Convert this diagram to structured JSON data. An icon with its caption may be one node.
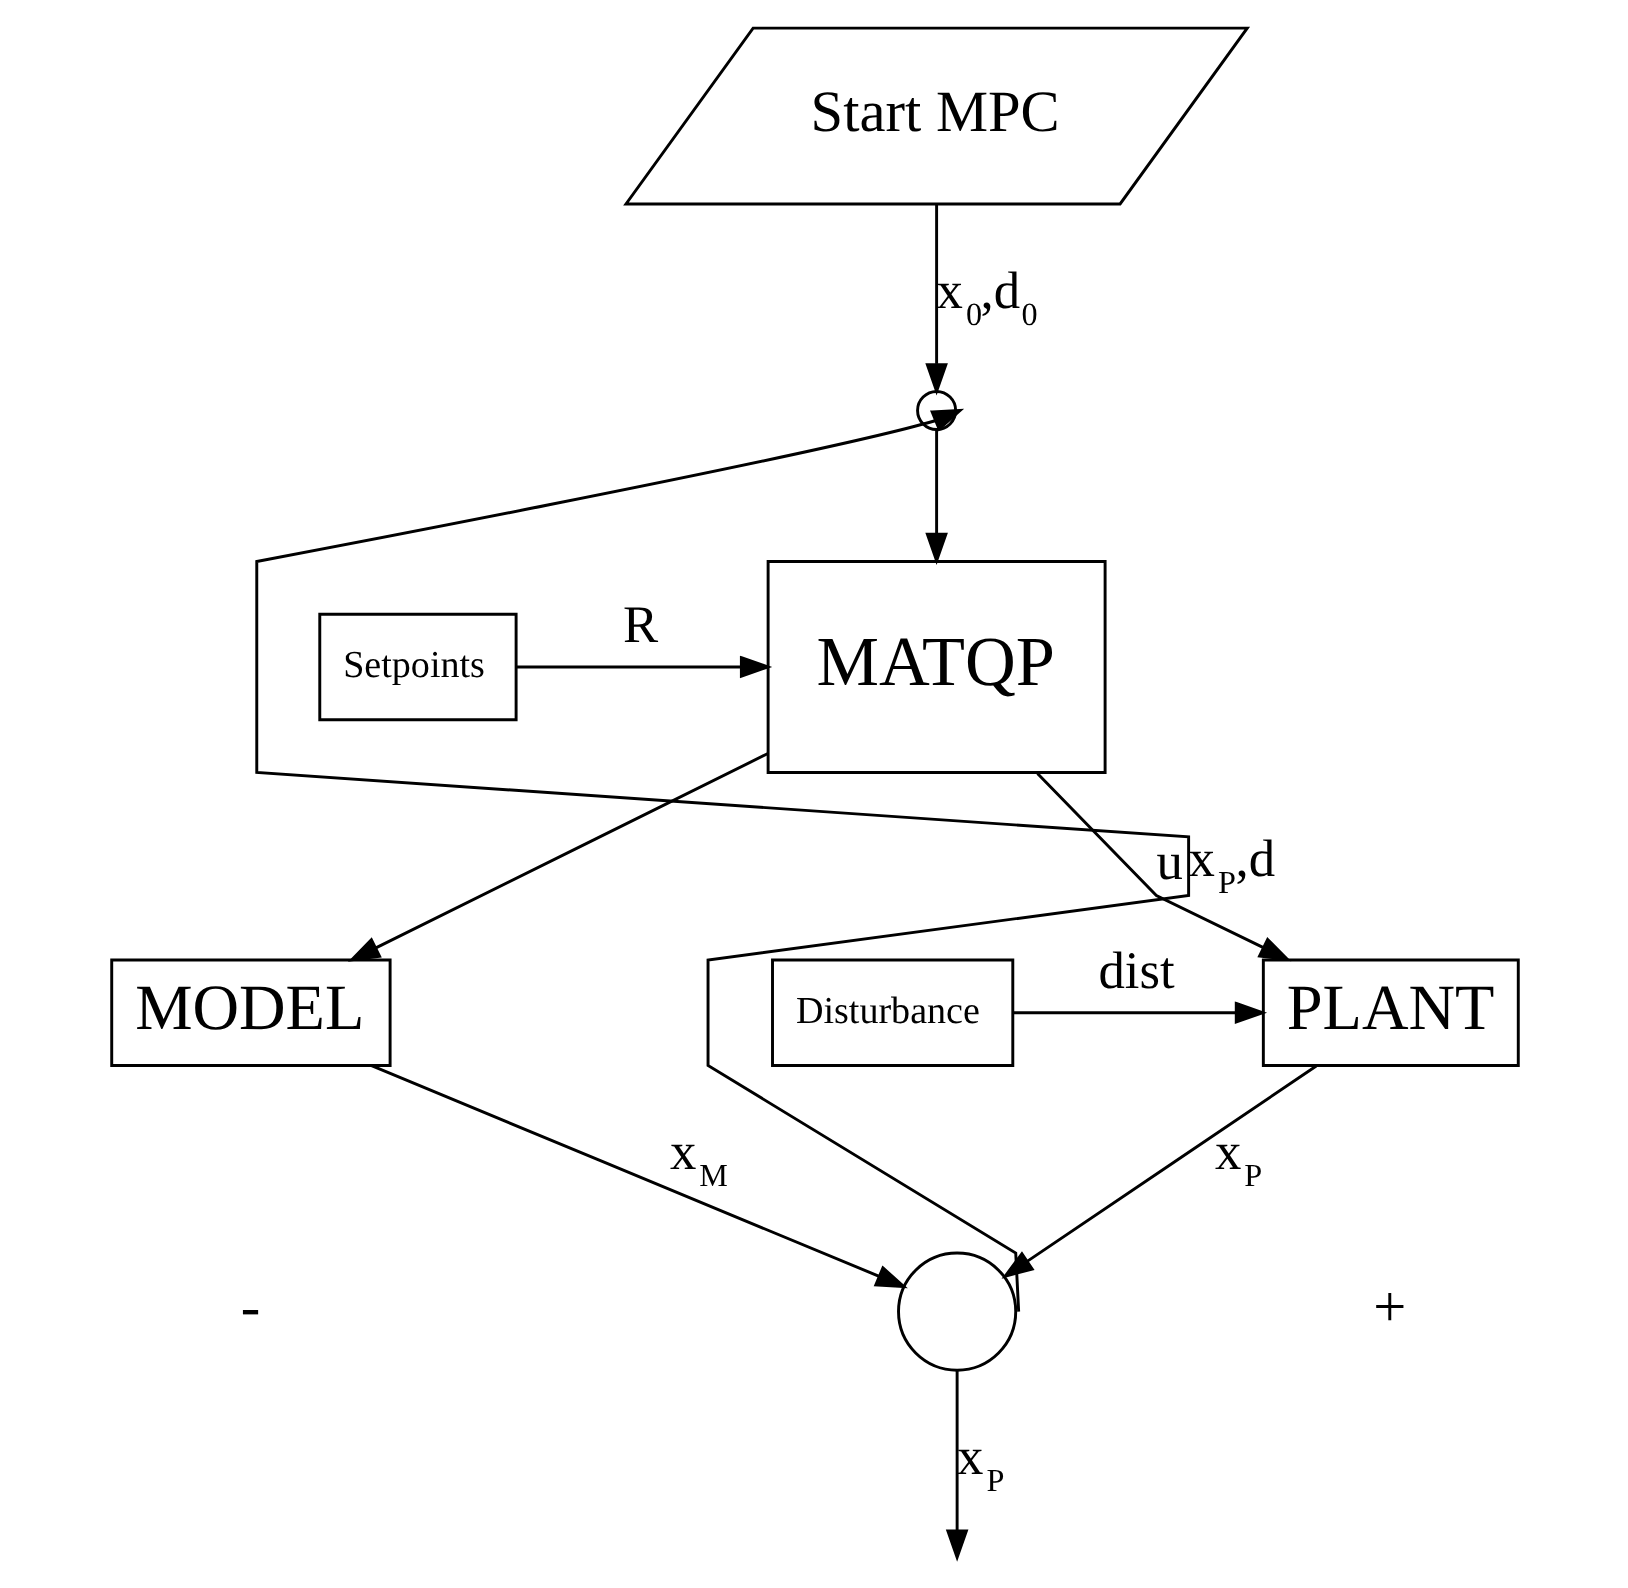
{
  "diagram": {
    "nodes": [
      {
        "text": [
          "Start MPC"
        ]
      },
      {
        "text": [],
        "shape": "circle"
      },
      {
        "text": [
          "Setpoints"
        ]
      },
      {
        "text": [
          "MATQP"
        ]
      },
      {
        "text": [
          "Disturbance"
        ]
      },
      {
        "text": [
          "PLANT"
        ]
      },
      {
        "text": [
          "MODEL"
        ]
      },
      {
        "text": [],
        "shape": "circle"
      }
    ],
    "edges": [
      {
        "from": 0,
        "to": 1,
        "arrow": "to",
        "label": "x$_{0}$,d$_{0}$"
      },
      {
        "from": 2,
        "to": 3,
        "arrow": "to",
        "label": "R"
      },
      {
        "from": 1,
        "to": 3,
        "arrow": "to"
      },
      {
        "from": 3,
        "to": 5,
        "arrow": "to",
        "label": "u"
      },
      {
        "from": 3,
        "to": 6,
        "arrow": "to"
      },
      {
        "from": 4,
        "to": 5,
        "arrow": "to",
        "label": "dist"
      },
      {
        "from": 5,
        "to": 7,
        "arrow": "to",
        "label": "x$_{P}$"
      },
      {
        "from": 6,
        "to": 7,
        "arrow": "to",
        "label": "x$_{M}$"
      },
      {
        "from": 7,
        "to": 1,
        "arrow": "to",
        "label": "x$_{P}$,d"
      },
      {
        "from": 7,
        "to": null,
        "arrow": "to",
        "label": "x$_{P}$"
      }
    ],
    "labels": [
      "+",
      "-"
    ]
  }
}
